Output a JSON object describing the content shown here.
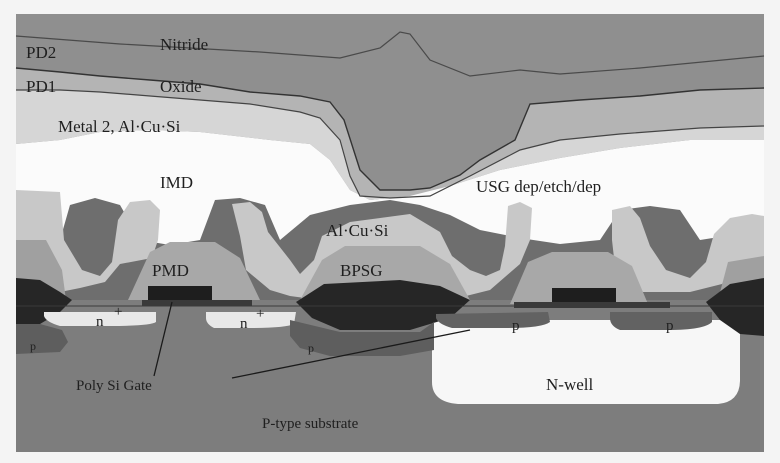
{
  "figure": {
    "layers": {
      "pd2": "PD2",
      "nitride": "Nitride",
      "pd1": "PD1",
      "oxide": "Oxide",
      "metal2": "Metal 2, Al·Cu·Si",
      "imd": "IMD",
      "usg": "USG dep/etch/dep",
      "alcusi": "Al·Cu·Si",
      "pmd": "PMD",
      "bpsg": "BPSG",
      "nwell": "N-well",
      "substrate": "P-type substrate",
      "poly_gate": "Poly Si Gate"
    },
    "doping": {
      "n_plus": "n",
      "plus_mark": "+",
      "p_plus": "p",
      "p_well": "p"
    }
  }
}
